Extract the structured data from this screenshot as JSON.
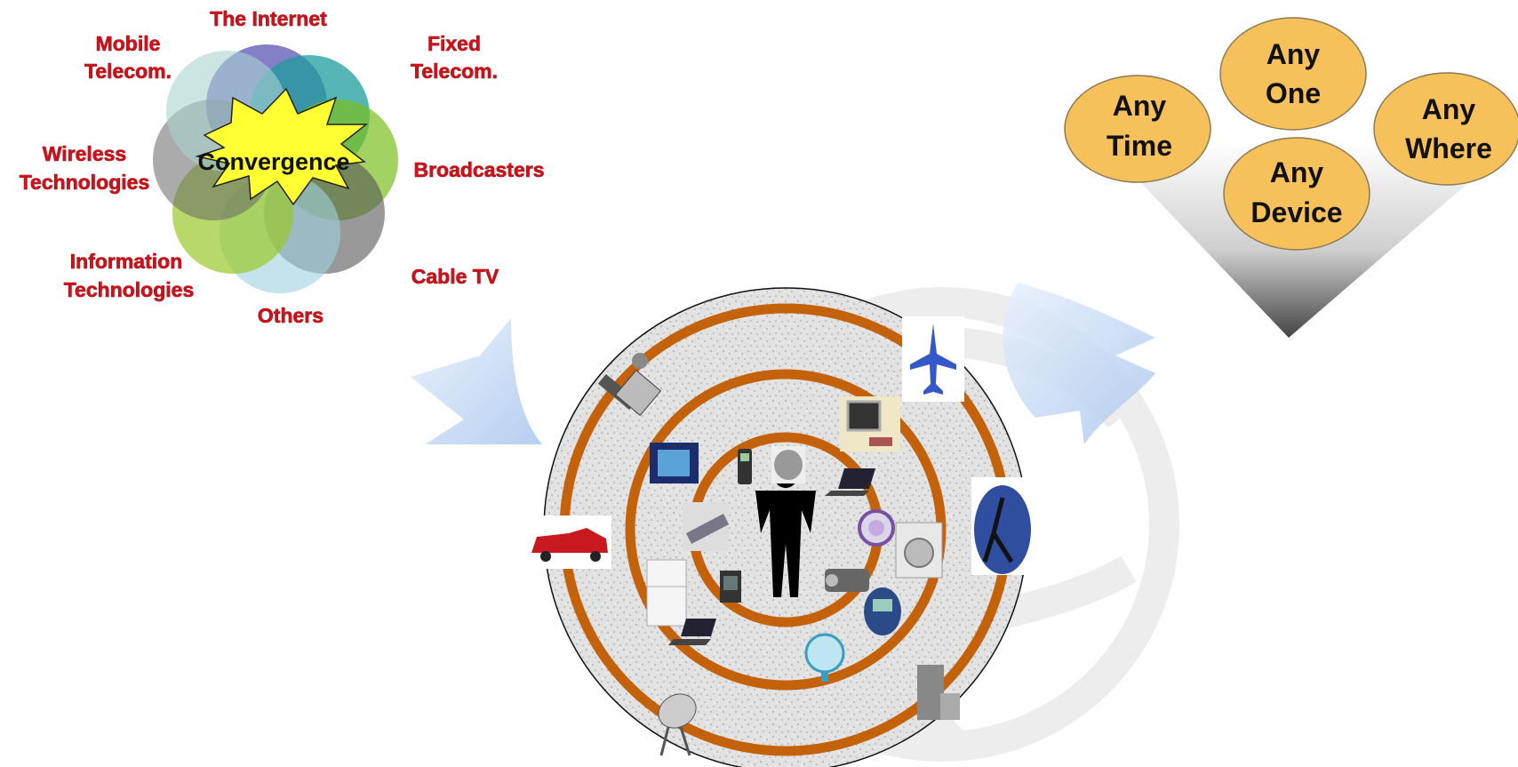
{
  "convergence": {
    "center": "Convergence",
    "labels": {
      "internet": "The Internet",
      "mobile_1": "Mobile",
      "mobile_2": "Telecom.",
      "fixed_1": "Fixed",
      "fixed_2": "Telecom.",
      "wireless_1": "Wireless",
      "wireless_2": "Technologies",
      "broadcasters": "Broadcasters",
      "info_1": "Information",
      "info_2": "Technologies",
      "cable": "Cable TV",
      "others": "Others"
    }
  },
  "any": {
    "time_1": "Any",
    "time_2": "Time",
    "one_1": "Any",
    "one_2": "One",
    "where_1": "Any",
    "where_2": "Where",
    "device_1": "Any",
    "device_2": "Device"
  },
  "colors": {
    "label_red": "#d0101a",
    "ring_orange": "#c4620c",
    "bubble_fill": "#f6c15a",
    "arrow_blue": "#b9d2f2",
    "star_yellow": "#ffff33"
  },
  "icons": [
    "airplane-icon",
    "satellite-icon",
    "computer-icon",
    "tv-icon",
    "phone-icon",
    "helmet-icon",
    "laptop-icon",
    "pda-icon",
    "watch-icon",
    "washer-icon",
    "car-icon",
    "runner-icon",
    "fridge-icon",
    "handheld-icon",
    "camcorder-icon",
    "glucometer-icon",
    "fan-icon",
    "building-icon",
    "dish-icon",
    "person-icon"
  ]
}
